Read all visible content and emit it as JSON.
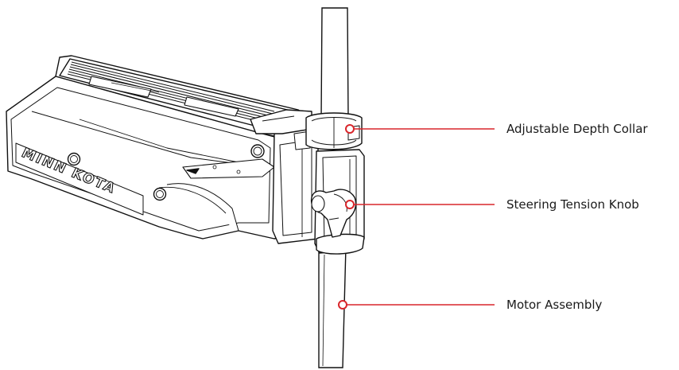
{
  "diagram": {
    "brand_mark": "MINN KOTA",
    "callouts": [
      {
        "id": "depth-collar",
        "label": "Adjustable Depth Collar"
      },
      {
        "id": "tension-knob",
        "label": "Steering Tension Knob"
      },
      {
        "id": "motor-assembly",
        "label": "Motor Assembly"
      }
    ],
    "colors": {
      "callout_line": "#d9262b",
      "line_art": "#111111",
      "background": "#ffffff"
    }
  }
}
